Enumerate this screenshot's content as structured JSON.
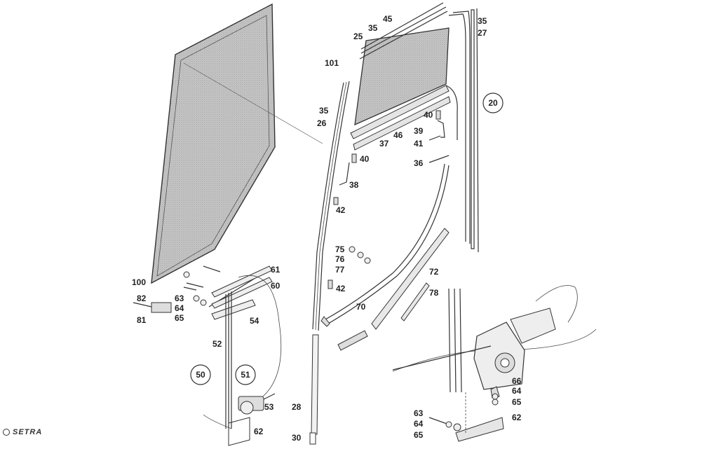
{
  "labels": [
    "45",
    "35",
    "25",
    "35",
    "27",
    "101",
    "35",
    "26",
    "46",
    "37",
    "40",
    "39",
    "41",
    "36",
    "40",
    "38",
    "42",
    "75",
    "76",
    "77",
    "72",
    "42",
    "78",
    "70",
    "100",
    "82",
    "63",
    "64",
    "65",
    "81",
    "61",
    "60",
    "54",
    "52",
    "53",
    "62",
    "28",
    "30",
    "66",
    "64",
    "65",
    "62",
    "63",
    "64",
    "65"
  ],
  "circled": [
    "20",
    "50",
    "51"
  ],
  "brand": "SETRA"
}
